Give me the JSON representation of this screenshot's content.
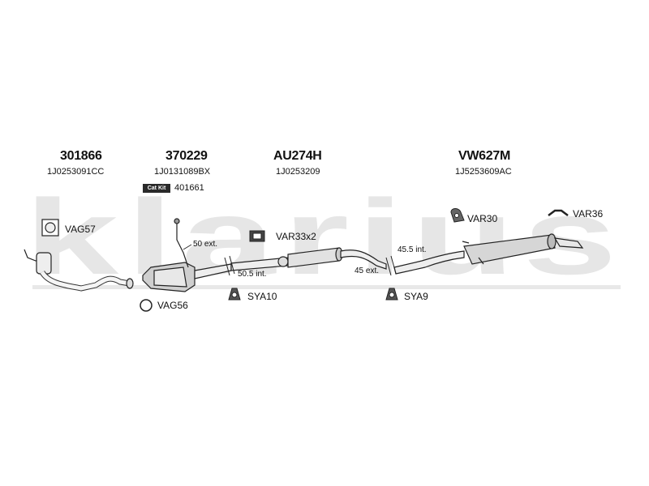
{
  "watermark": "klarius",
  "groups": [
    {
      "part_number": "301866",
      "oe_number": "1J0253091CC"
    },
    {
      "part_number": "370229",
      "oe_number": "1J0131089BX",
      "kit_badge": "Cat Kit",
      "kit_number": "401661"
    },
    {
      "part_number": "AU274H",
      "oe_number": "1J0253209"
    },
    {
      "part_number": "VW627M",
      "oe_number": "1J5253609AC"
    }
  ],
  "accessories": {
    "vag57": "VAG57",
    "vag56": "VAG56",
    "var33": "VAR33x2",
    "sya10": "SYA10",
    "sya9": "SYA9",
    "var30": "VAR30",
    "var36": "VAR36"
  },
  "dimensions": {
    "d50ext": "50 ext.",
    "d505int": "50.5 int.",
    "d455int": "45.5 int.",
    "d45ext": "45 ext."
  }
}
